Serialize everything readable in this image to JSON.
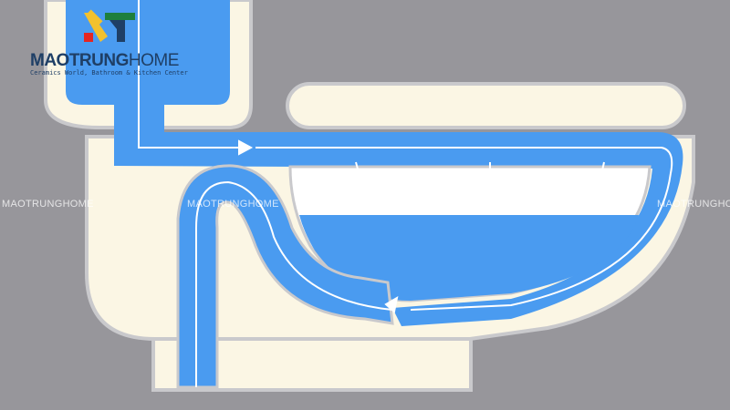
{
  "logo": {
    "brand_bold": "MAOTRUNG",
    "brand_light": "HOME",
    "tagline": "Ceramics World, Bathroom & Kitchen Center",
    "colors": {
      "yellow": "#f2c12e",
      "green": "#1e7f3c",
      "red": "#e52521",
      "navy": "#1f3f66"
    }
  },
  "watermark": {
    "text": "MAOTRUNGHOME"
  },
  "colors": {
    "background": "#97969b",
    "ceramic": "#fbf6e4",
    "water": "#4a9bf0",
    "outline": "#c9c9cc",
    "flow_arrow": "#ffffff"
  }
}
